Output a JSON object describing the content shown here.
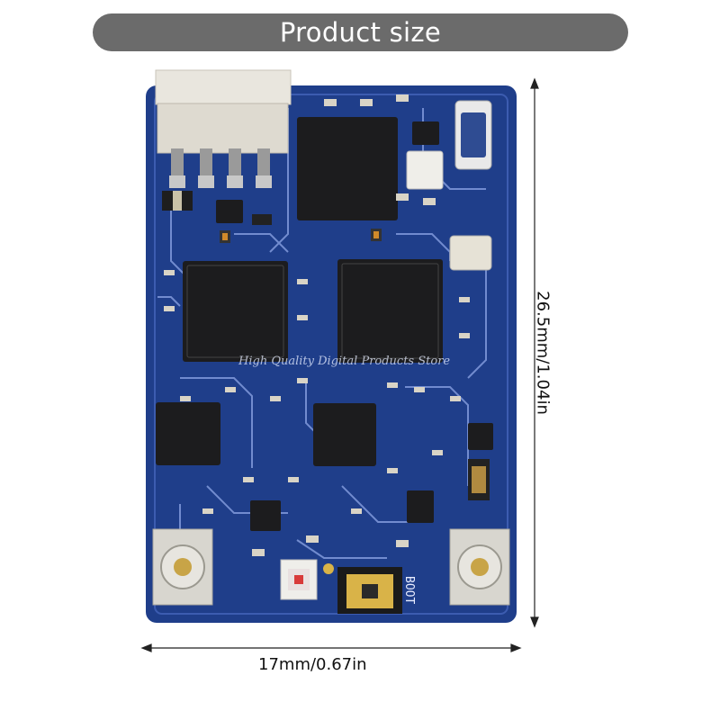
{
  "header": {
    "title": "Product size"
  },
  "dimensions": {
    "width_label": "17mm/0.67in",
    "height_label": "26.5mm/1.04in"
  },
  "watermark": {
    "text": "High Quality Digital Products Store"
  },
  "board": {
    "silkscreen_label": "BOOT",
    "colors": {
      "pcb": "#1f3e8a",
      "trace": "#8ea6e6",
      "chip": "#1c1c1e",
      "connector": "#ece9e2",
      "gold": "#d9b348"
    }
  }
}
